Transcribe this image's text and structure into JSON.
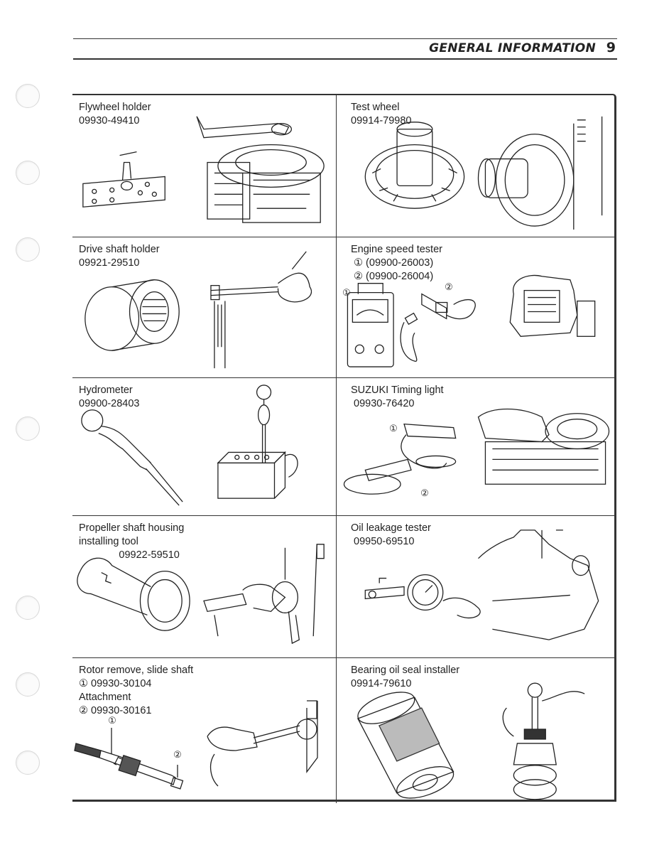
{
  "header": {
    "title": "GENERAL INFORMATION",
    "page_number": "9"
  },
  "tools": [
    {
      "name": "Flywheel holder",
      "lines": [
        "Flywheel holder",
        "09930-49410"
      ],
      "part_numbers": [
        "09930-49410"
      ],
      "illustration": "flywheel-holder-illustration"
    },
    {
      "name": "Test wheel",
      "lines": [
        "Test wheel",
        "09914-79980"
      ],
      "part_numbers": [
        "09914-79980"
      ],
      "illustration": "test-wheel-illustration"
    },
    {
      "name": "Drive shaft holder",
      "lines": [
        "Drive shaft holder",
        "09921-29510"
      ],
      "part_numbers": [
        "09921-29510"
      ],
      "illustration": "drive-shaft-holder-illustration"
    },
    {
      "name": "Engine speed tester",
      "lines": [
        "Engine speed tester",
        " ① (09900-26003)",
        " ② (09900-26004)"
      ],
      "part_numbers": [
        "09900-26003",
        "09900-26004"
      ],
      "callouts": [
        "①",
        "②"
      ],
      "illustration": "engine-speed-tester-illustration"
    },
    {
      "name": "Hydrometer",
      "lines": [
        "Hydrometer",
        "09900-28403"
      ],
      "part_numbers": [
        "09900-28403"
      ],
      "illustration": "hydrometer-illustration"
    },
    {
      "name": "SUZUKI Timing light",
      "lines": [
        "SUZUKI Timing light",
        " 09930-76420"
      ],
      "part_numbers": [
        "09930-76420"
      ],
      "callouts": [
        "①",
        "②"
      ],
      "illustration": "timing-light-illustration"
    },
    {
      "name": "Propeller shaft housing installing tool",
      "lines": [
        "Propeller shaft housing",
        "installing tool",
        "              09922-59510"
      ],
      "part_numbers": [
        "09922-59510"
      ],
      "illustration": "propeller-shaft-tool-illustration"
    },
    {
      "name": "Oil leakage tester",
      "lines": [
        "Oil leakage tester",
        " 09950-69510"
      ],
      "part_numbers": [
        "09950-69510"
      ],
      "illustration": "oil-leakage-tester-illustration"
    },
    {
      "name": "Rotor remove, slide shaft / Attachment",
      "lines": [
        "Rotor remove, slide shaft",
        "① 09930-30104",
        "Attachment",
        "② 09930-30161"
      ],
      "part_numbers": [
        "09930-30104",
        "09930-30161"
      ],
      "callouts": [
        "①",
        "②"
      ],
      "illustration": "rotor-remover-illustration"
    },
    {
      "name": "Bearing oil seal installer",
      "lines": [
        "Bearing oil seal installer",
        "09914-79610"
      ],
      "part_numbers": [
        "09914-79610"
      ],
      "illustration": "bearing-seal-installer-illustration"
    }
  ]
}
